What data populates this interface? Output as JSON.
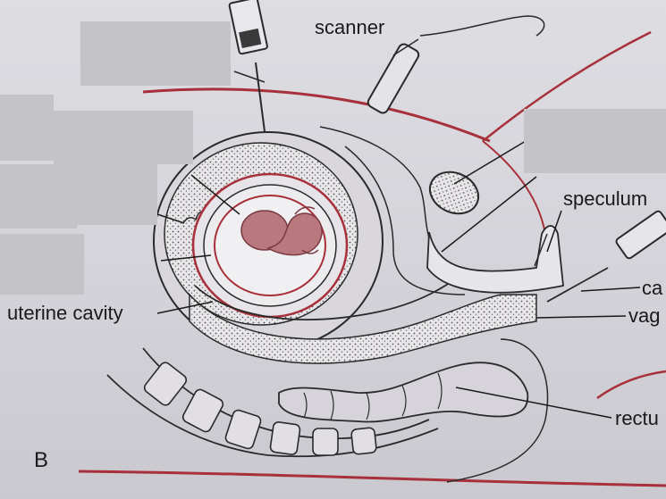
{
  "figure": {
    "panel_letter": "B",
    "labels": {
      "scanner": "scanner",
      "speculum": "speculum",
      "uterine_cavity": "uterine cavity",
      "cannula_partial": "ca",
      "vagina_partial": "vag",
      "rectum_partial": "rectu"
    },
    "colors": {
      "uterus_red": "#a8303a",
      "fetus": "#b8787e",
      "outline": "#2a2a2a",
      "mask_box": "#c3c3c8"
    }
  }
}
